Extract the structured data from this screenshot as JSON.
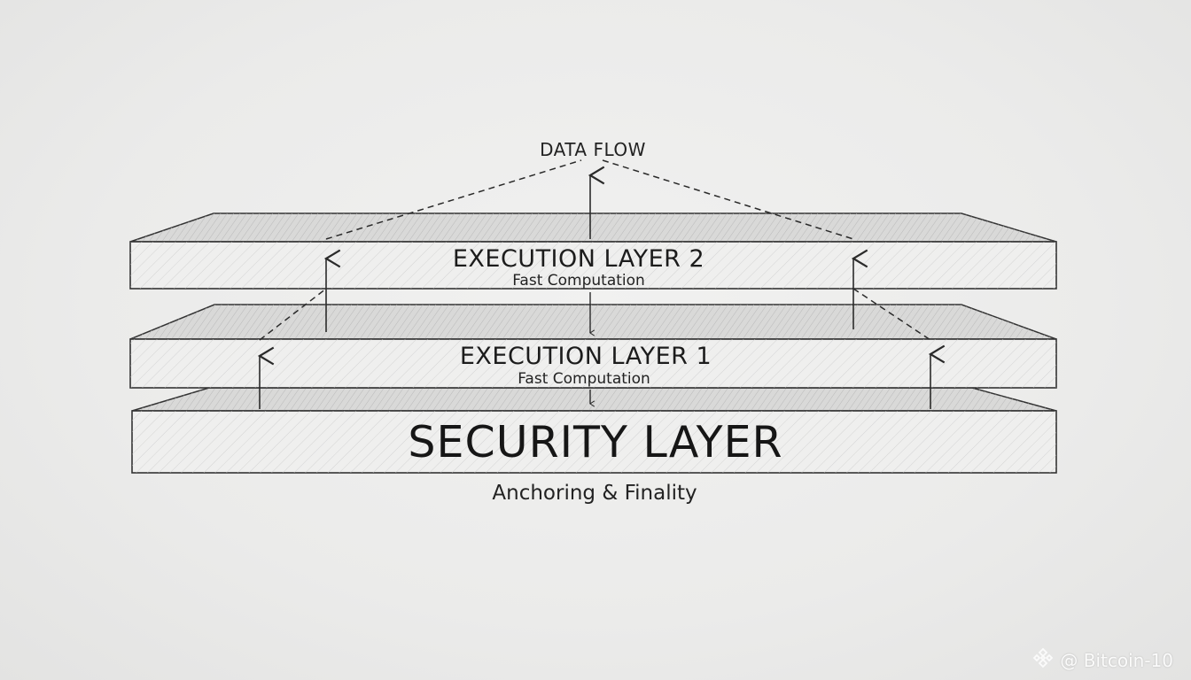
{
  "diagram": {
    "flow_label": "DATA FLOW",
    "layers": [
      {
        "id": "execution-2",
        "title": "EXECUTION LAYER 2",
        "subtitle": "Fast Computation"
      },
      {
        "id": "execution-1",
        "title": "EXECUTION LAYER 1",
        "subtitle": "Fast Computation"
      },
      {
        "id": "security",
        "title": "SECURITY LAYER",
        "subtitle": "Anchoring & Finality"
      }
    ]
  },
  "watermark": {
    "text": "@ Bitcoin-10",
    "icon": "binance-logo-icon"
  },
  "colors": {
    "background": "#ececeb",
    "ink": "#1e1e1e",
    "hatch": "#c4c4c4"
  }
}
